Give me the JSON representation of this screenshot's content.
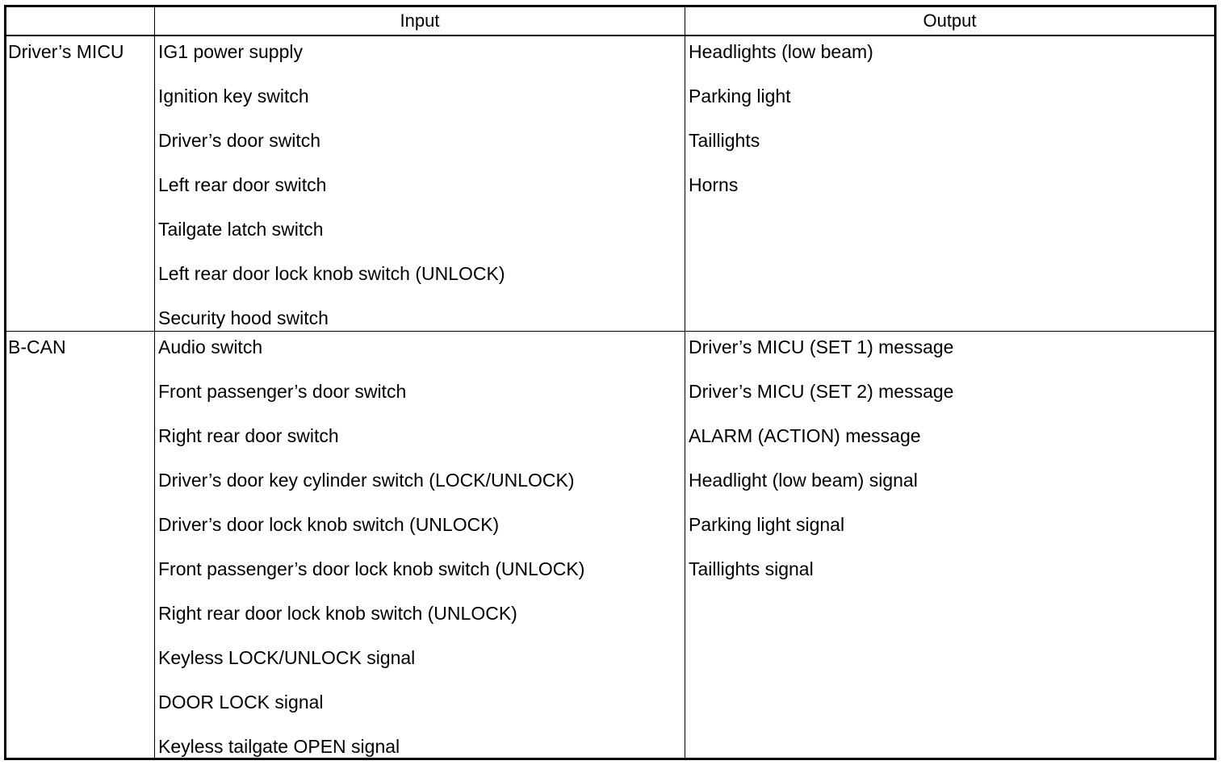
{
  "headers": [
    "",
    "Input",
    "Output"
  ],
  "rows": [
    {
      "source": "Driver’s MICU",
      "inputs": [
        "IG1 power supply",
        "Ignition key switch",
        "Driver’s door switch",
        "Left rear door switch",
        "Tailgate latch switch",
        "Left rear door lock knob switch (UNLOCK)",
        "Security hood switch"
      ],
      "outputs": [
        "Headlights (low beam)",
        "Parking light",
        "Taillights",
        "Horns"
      ]
    },
    {
      "source": "B-CAN",
      "inputs": [
        "Audio switch",
        "Front passenger’s door switch",
        "Right rear door switch",
        "Driver’s door key cylinder switch (LOCK/UNLOCK)",
        "Driver’s door lock knob switch (UNLOCK)",
        "Front passenger’s door lock knob switch (UNLOCK)",
        "Right rear door lock knob switch (UNLOCK)",
        "Keyless LOCK/UNLOCK signal",
        "DOOR LOCK signal",
        "Keyless tailgate OPEN signal"
      ],
      "outputs": [
        "Driver’s MICU (SET 1) message",
        "Driver’s MICU (SET 2) message",
        "ALARM (ACTION) message",
        "Headlight (low beam) signal",
        "Parking light signal",
        "Taillights signal"
      ]
    }
  ]
}
